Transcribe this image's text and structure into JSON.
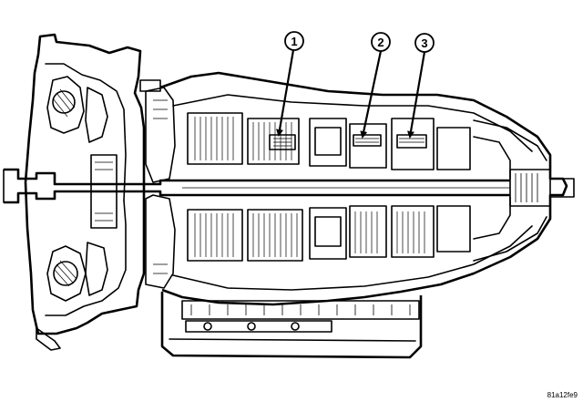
{
  "callouts": [
    {
      "label": "1"
    },
    {
      "label": "2"
    },
    {
      "label": "3"
    }
  ],
  "figure_code": "81a12fe9"
}
